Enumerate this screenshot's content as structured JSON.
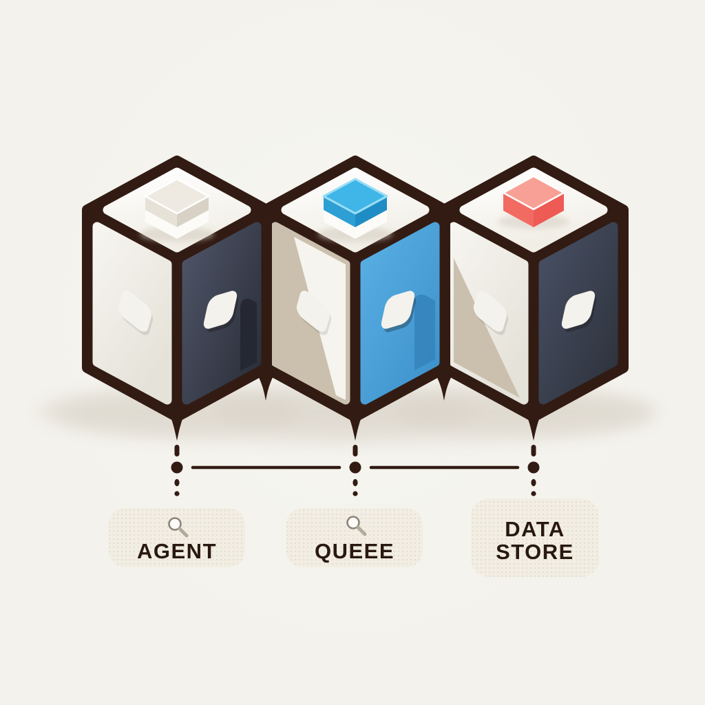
{
  "diagram_title": "",
  "nodes": [
    {
      "id": "agent",
      "label": "AGENT",
      "label_lines": [
        "AGENT"
      ],
      "icon": "magnifier",
      "top_cube_color_name": "cream",
      "left_face_color": "#f3f1eb",
      "right_face_color": "#3d4352"
    },
    {
      "id": "queue",
      "label": "QUEEE",
      "label_lines": [
        "QUEEE"
      ],
      "icon": "magnifier",
      "top_cube_color_name": "blue",
      "left_face_color": "#cbc0ae",
      "right_face_color": "#4aa2da"
    },
    {
      "id": "data-store",
      "label": "DATA STORE",
      "label_lines": [
        "DATA",
        "STORE"
      ],
      "icon": null,
      "top_cube_color_name": "red",
      "left_face_color": "#f1efe8",
      "right_face_color": "#3d4452"
    }
  ],
  "connectors": {
    "style": "dotted-line-with-node-dots",
    "links": [
      {
        "from": "agent",
        "to": "queue"
      },
      {
        "from": "queue",
        "to": "data-store"
      }
    ]
  },
  "colors": {
    "background": "#f3f2ec",
    "outline": "#321b13",
    "top_face_hi": "#ffffff",
    "top_face_lo": "#f1eee6",
    "white_face_hi": "#f7f5f0",
    "white_face_lo": "#e5e2d9",
    "tan_face": "#cbc0ae",
    "slate_hi": "#4f5568",
    "slate_lo": "#2c303b",
    "slate_band": "#232731",
    "slate2_hi": "#485064",
    "slate2_lo": "#2e333d",
    "blue_hi": "#59b0e4",
    "blue_lo": "#3f93cd",
    "blue_band": "#3583bb",
    "white_overlay": "#f6f4ee",
    "button_fill": "#f4f2ec",
    "button_shadow": "rgba(20,16,12,0.30)",
    "cube_cream_top": "#eeeae1",
    "cube_cream_left": "#e7e2d8",
    "cube_cream_right": "#d8d2c6",
    "cube_base_white": "#fcfbf8",
    "cube_blue_top": "#3fb5e8",
    "cube_blue_rim": "#9adef4",
    "cube_blue_left": "#2e9fd4",
    "cube_blue_right": "#1f8dc5",
    "cube_red_top": "#f8a095",
    "cube_red_left": "#f26b63",
    "cube_red_right": "#ee5a54",
    "icon_ring": "#8c8478",
    "icon_handle": "#b2aa9a",
    "label_bg": "#efeadb",
    "halftone_dot": "#ddd3bc",
    "label_text": "#281810",
    "shadow": "#d6cfc3"
  }
}
